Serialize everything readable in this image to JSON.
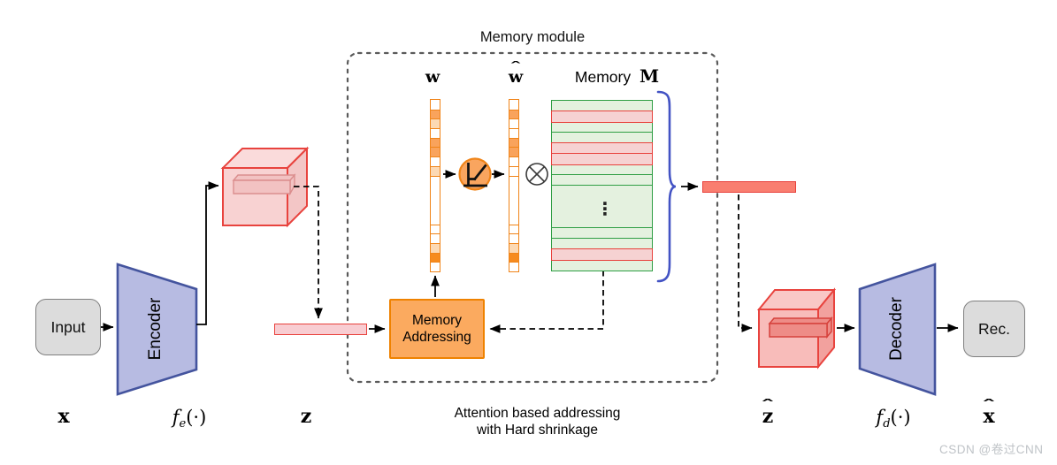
{
  "colors": {
    "encoder_fill": "#b7bbe2",
    "encoder_stroke": "#44549e",
    "box_gray_fill": "#dcdcdc",
    "box_gray_stroke": "#7f7f7f",
    "cube_front": "#f8d2d2",
    "cube_top": "#fadbdb",
    "cube_side": "#f3c6c6",
    "cube_stroke": "#e8433e",
    "cube2_front": "#f8bcba",
    "cube2_top": "#f9c8c6",
    "cube2_side": "#f2a19e",
    "slab_fill": "#f2c2c2",
    "slab_stroke": "#db8e8e",
    "slab2_fill": "#ee8c87",
    "slab2_stroke": "#d6423d",
    "z_bar_fill": "#f8cdd2",
    "red_bar_fill": "#f97e70",
    "bar_stroke": "#e8413c",
    "vector_stroke": "#f08418",
    "cell_light": "#fcd9b4",
    "cell_mid": "#f9a35c",
    "cell_dark": "#f68b1f",
    "addressing_fill": "#fbaa5f",
    "addressing_stroke": "#ef8200",
    "circle_fill": "#f9a55f",
    "matrix_green_fill": "#e4f1df",
    "matrix_green_stroke": "#2f9e44",
    "matrix_red_fill": "#f6d2d2",
    "matrix_red_stroke": "#e8413c",
    "brace_color": "#4353c4",
    "dashed_border": "#5a5a5a",
    "arrow_color": "#000000",
    "watermark": "#bfc3c7"
  },
  "nodes": {
    "input": {
      "label": "Input"
    },
    "encoder": {
      "label": "Encoder"
    },
    "decoder": {
      "label": "Decoder"
    },
    "rec": {
      "label": "Rec."
    },
    "addressing": {
      "line1": "Memory",
      "line2": "Addressing"
    }
  },
  "memory_module": {
    "title": "Memory module",
    "w_label": {
      "base": "w"
    },
    "w_hat_label": {
      "base": "w",
      "hat": "ˆ"
    },
    "memory_label": {
      "text": "Memory",
      "symbol": "M"
    },
    "ellipsis": "⋮",
    "w_cells": [
      "empty",
      "mid",
      "light",
      "empty",
      "mid",
      "mid",
      "empty",
      "light",
      "tall",
      "empty",
      "empty",
      "light",
      "dark",
      "empty"
    ],
    "w_hat_cells": [
      "empty",
      "mid",
      "empty",
      "empty",
      "mid",
      "mid",
      "empty",
      "empty",
      "tall",
      "empty",
      "empty",
      "light",
      "dark",
      "empty"
    ],
    "matrix_rows": [
      "green",
      "red",
      "green",
      "green",
      "red",
      "red",
      "green",
      "green",
      "tallgreen",
      "green",
      "green",
      "red",
      "green"
    ]
  },
  "annotations": {
    "x": {
      "base": "x"
    },
    "f_e": {
      "f": "f",
      "sub": "e",
      "args": "(·)"
    },
    "z": {
      "base": "z"
    },
    "caption_line1": "Attention based addressing",
    "caption_line2": "with Hard shrinkage",
    "z_hat": {
      "base": "z",
      "hat": "ˆ"
    },
    "f_d": {
      "f": "f",
      "sub": "d",
      "args": "(·)"
    },
    "x_hat": {
      "base": "x",
      "hat": "ˆ"
    }
  },
  "icons": {
    "hard_shrinkage": "hard-shrinkage-activation-plot",
    "multiply": "circled-times",
    "brace": "right-curly-brace",
    "ellipsis_icon": "vertical-ellipsis"
  },
  "watermark": "CSDN @卷过CNN"
}
